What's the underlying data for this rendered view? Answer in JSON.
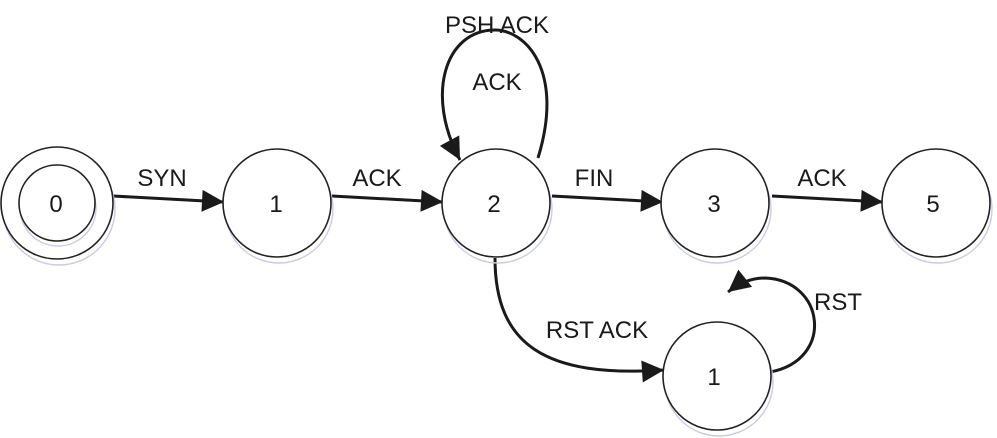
{
  "nodes": [
    {
      "id": "s0",
      "label": "0",
      "accepting": true
    },
    {
      "id": "s1",
      "label": "1"
    },
    {
      "id": "s2",
      "label": "2"
    },
    {
      "id": "s3",
      "label": "3"
    },
    {
      "id": "s5",
      "label": "5"
    },
    {
      "id": "s1b",
      "label": "1"
    }
  ],
  "edges": [
    {
      "from": "s0",
      "to": "s1",
      "label": "SYN"
    },
    {
      "from": "s1",
      "to": "s2",
      "label": "ACK"
    },
    {
      "from": "s2",
      "to": "s2",
      "label": "ACK"
    },
    {
      "from": "s2",
      "to": "s2",
      "label": "PSH ACK"
    },
    {
      "from": "s2",
      "to": "s3",
      "label": "FIN"
    },
    {
      "from": "s3",
      "to": "s5",
      "label": "ACK"
    },
    {
      "from": "s2",
      "to": "s1b",
      "label": "RST ACK"
    },
    {
      "from": "s1b",
      "to": "s1b",
      "label": "RST"
    }
  ],
  "colors": {
    "stroke": "#1a1a1a",
    "shadow": "#c8cce4"
  }
}
